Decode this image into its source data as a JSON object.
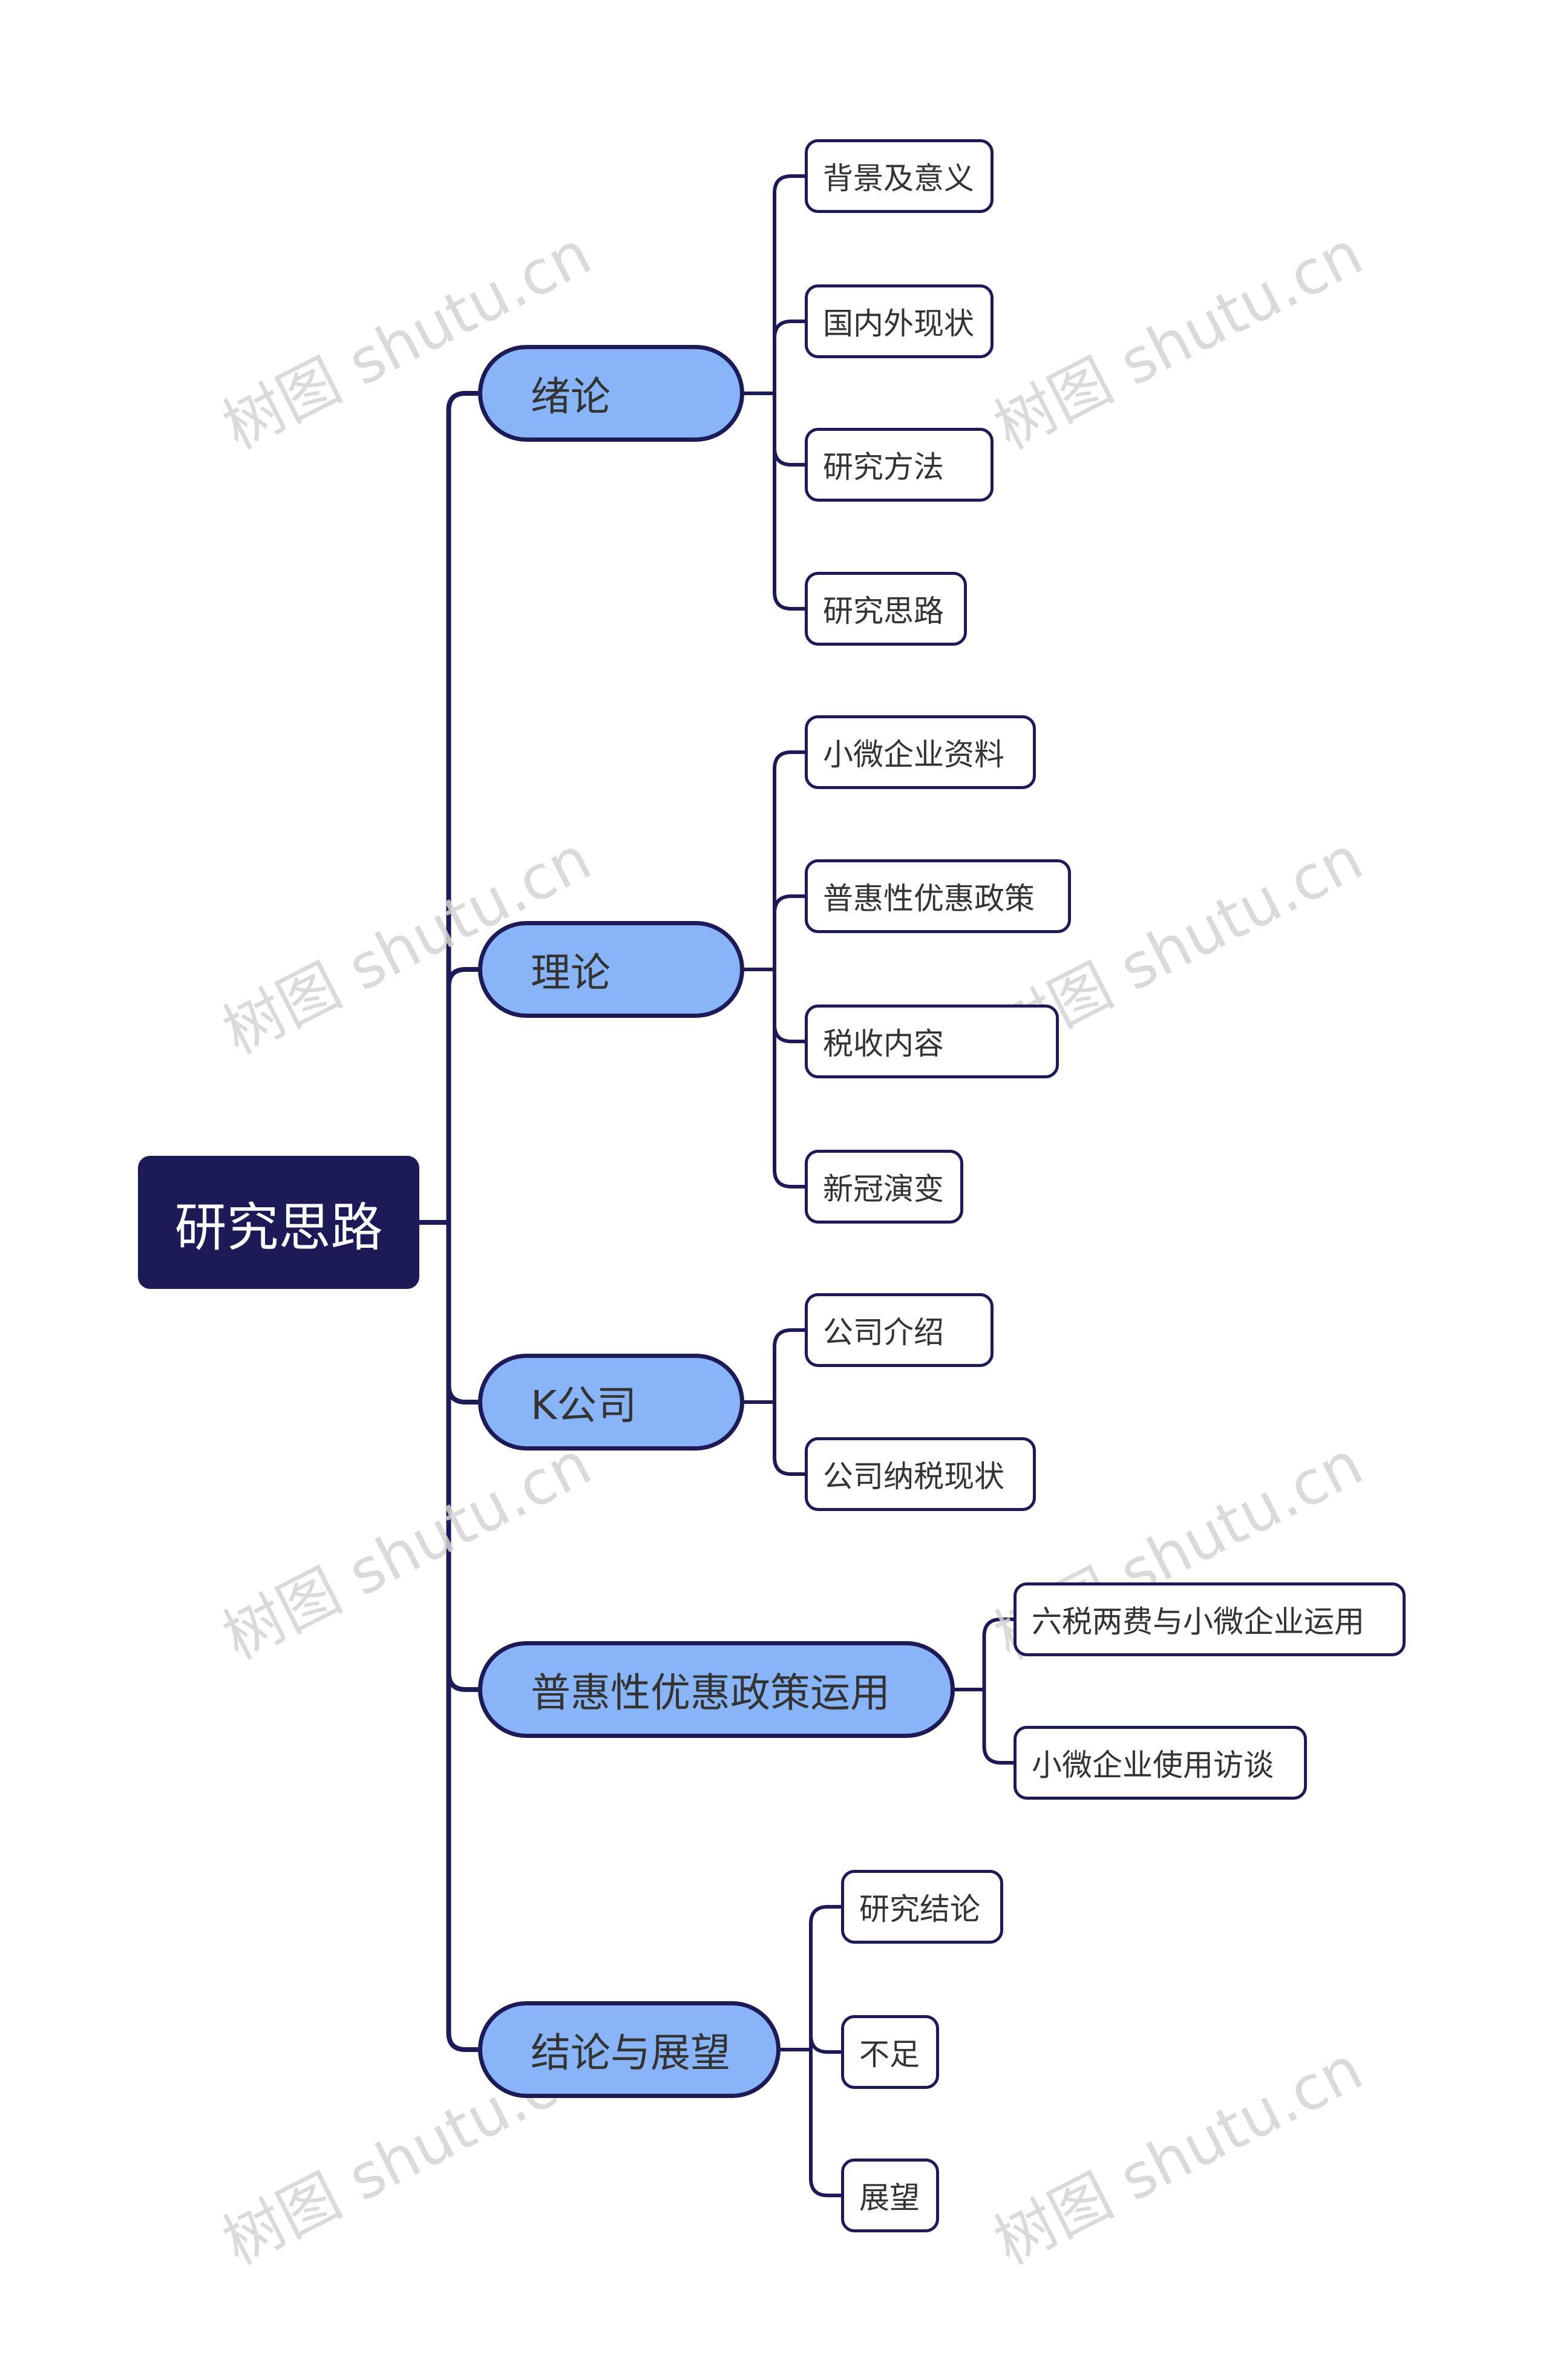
{
  "root": {
    "label": "研究思路"
  },
  "branches": [
    {
      "label": "绪论",
      "children": [
        "背景及意义",
        "国内外现状",
        "研究方法",
        "研究思路"
      ]
    },
    {
      "label": "理论",
      "children": [
        "小微企业资料",
        "普惠性优惠政策",
        "税收内容",
        "新冠演变"
      ]
    },
    {
      "label": "K公司",
      "children": [
        "公司介绍",
        "公司纳税现状"
      ]
    },
    {
      "label": "普惠性优惠政策运用",
      "children": [
        "六税两费与小微企业运用",
        "小微企业使用访谈"
      ]
    },
    {
      "label": "结论与展望",
      "children": [
        "研究结论",
        "不足",
        "展望"
      ]
    }
  ],
  "watermark": "树图 shutu.cn",
  "colors": {
    "root_fill": "#1c1b57",
    "branch_fill": "#8ab4f8",
    "line": "#1c1b57"
  }
}
